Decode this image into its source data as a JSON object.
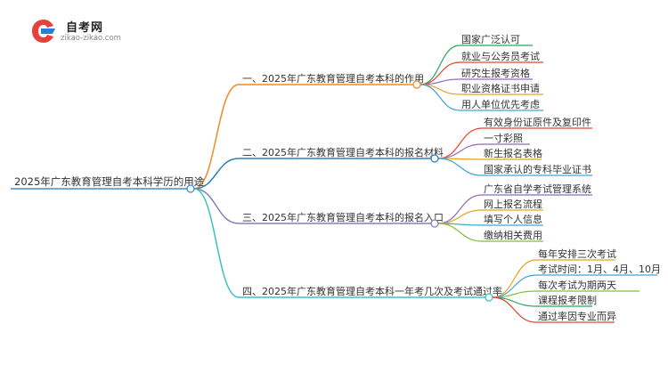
{
  "logo": {
    "title": "自考网",
    "url": "zikao-zikao.com"
  },
  "colors": {
    "root_line": "#3e8ed0",
    "branch1": "#f08a24",
    "branch2": "#2f7fc1",
    "branch3": "#8a7bc0",
    "branch4": "#3cc0c6",
    "leaf_palette": [
      "#26a65b",
      "#e0452c",
      "#8e6bbf",
      "#e8a21a",
      "#3fa3d6",
      "#7fbf3f"
    ]
  },
  "root": {
    "label": "2025年广东教育管理自考本科学历的用途"
  },
  "branches": [
    {
      "label": "一、2025年广东教育管理自考本科的作用",
      "children": [
        "国家广泛认可",
        "就业与公务员考试",
        "研究生报考资格",
        "职业资格证书申请",
        "用人单位优先考虑"
      ]
    },
    {
      "label": "二、2025年广东教育管理自考本科的报名材料",
      "children": [
        "有效身份证原件及复印件",
        "一寸彩照",
        "新生报名表格",
        "国家承认的专科毕业证书"
      ]
    },
    {
      "label": "三、2025年广东教育管理自考本科的报名入口",
      "children": [
        "广东省自学考试管理系统",
        "网上报名流程",
        "填写个人信息",
        "缴纳相关费用"
      ]
    },
    {
      "label": "四、2025年广东教育管理自考本科一年考几次及考试通过率",
      "children": [
        "每年安排三次考试",
        "考试时间：1月、4月、10月",
        "每次考试为期两天",
        "课程报考限制",
        "通过率因专业而异"
      ]
    }
  ]
}
